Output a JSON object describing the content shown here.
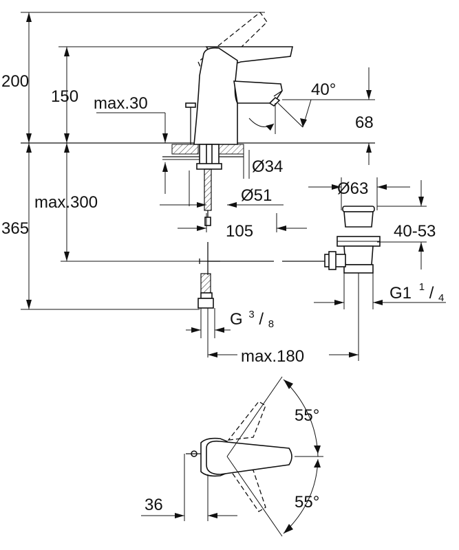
{
  "dimensions": {
    "d200": "200",
    "d150": "150",
    "d_max30": "max.30",
    "d40deg": "40°",
    "d68": "68",
    "d34": "Ø34",
    "d_max300": "max.300",
    "d51": "Ø51",
    "d63": "Ø63",
    "d365": "365",
    "d105": "105",
    "d40_53": "40-53",
    "g114_main": "G1",
    "g114_num": "1",
    "g114_slash": "/",
    "g114_den": "4",
    "g38_main": "G",
    "g38_num": "3",
    "g38_slash": "/",
    "g38_den": "8",
    "d_max180": "max.180",
    "d55_top": "55°",
    "d55_bottom": "55°",
    "d36": "36"
  }
}
